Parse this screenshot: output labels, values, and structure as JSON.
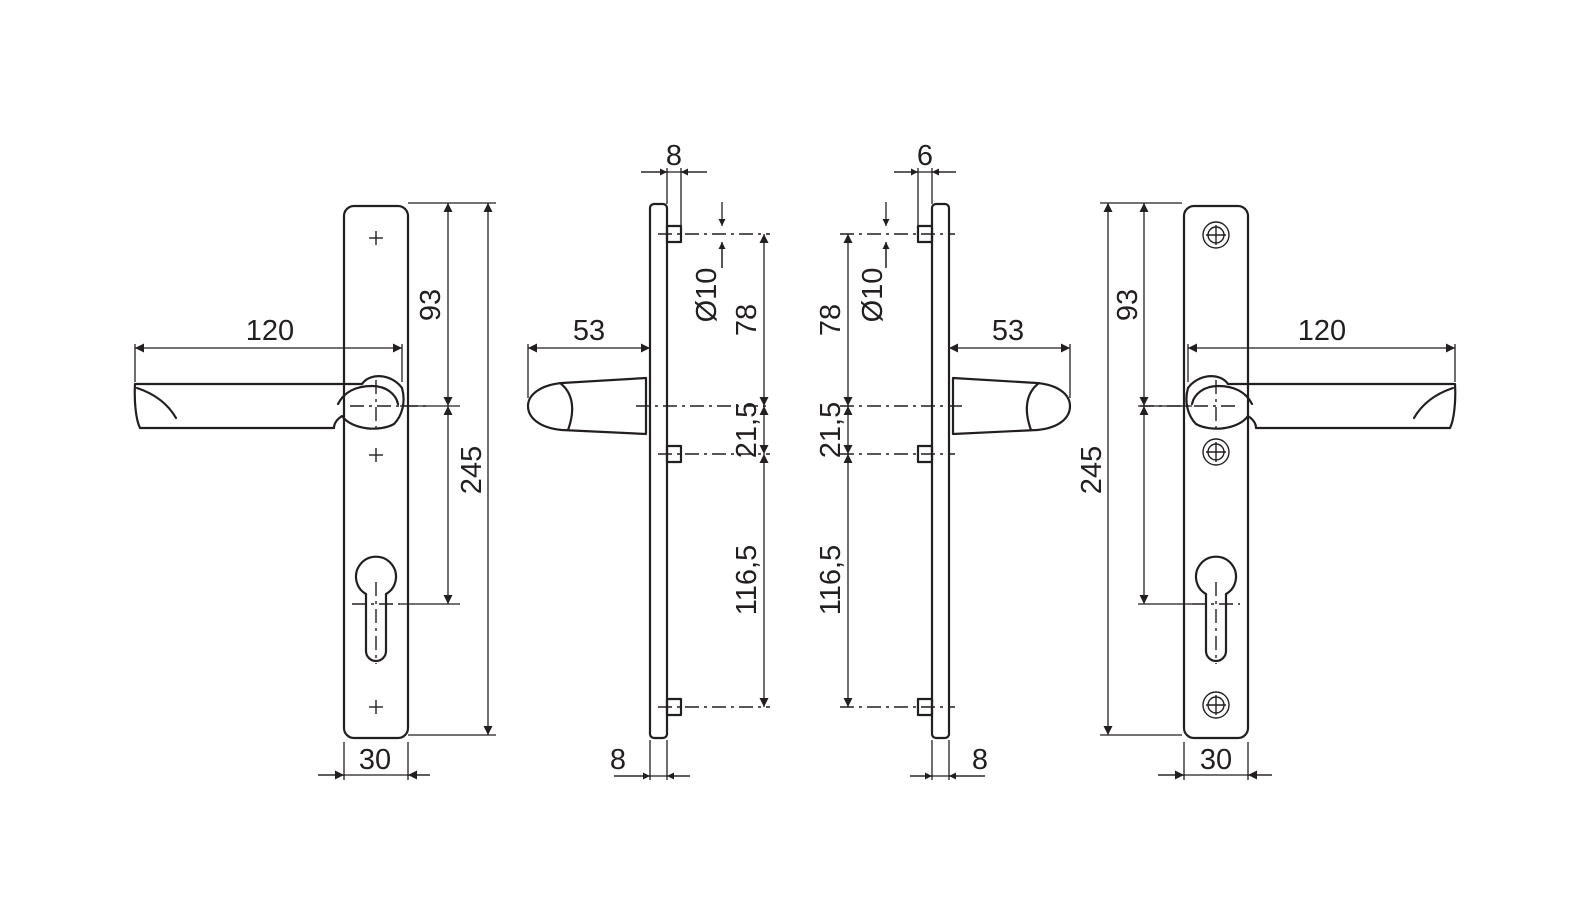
{
  "figures": {
    "front_left": {
      "lever_length": "120",
      "hole_spacing_upper": "93",
      "plate_length": "245",
      "plate_width": "30"
    },
    "side_left": {
      "rose_thickness": "8",
      "stud_diameter": "Ø10",
      "lever_projection": "53",
      "upper_fixing": "78",
      "spindle_offset": "21,5",
      "lower_fixing": "116,5",
      "plate_thickness": "8"
    },
    "side_right": {
      "rose_thickness": "6",
      "stud_diameter": "Ø10",
      "lever_projection": "53",
      "upper_fixing": "78",
      "spindle_offset": "21,5",
      "lower_fixing": "116,5",
      "plate_thickness": "8"
    },
    "front_right": {
      "lever_length": "120",
      "hole_spacing_upper": "93",
      "plate_length": "245",
      "plate_width": "30"
    }
  }
}
